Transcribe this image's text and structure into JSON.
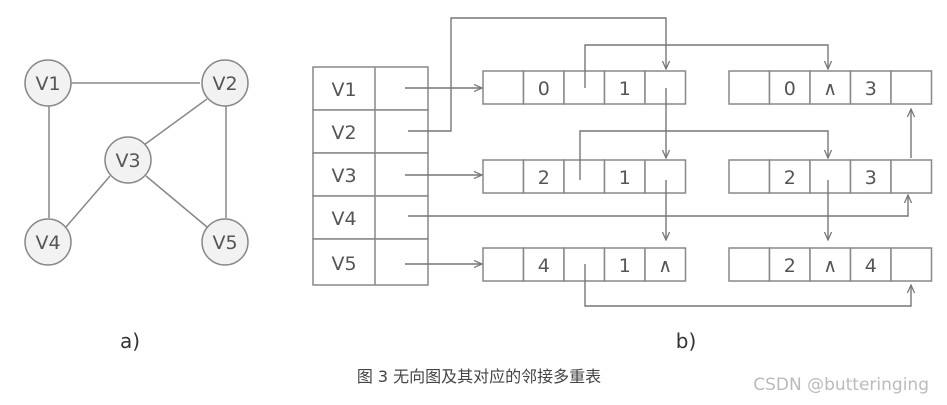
{
  "graph": {
    "vertices": [
      {
        "id": "V1",
        "label": "V1"
      },
      {
        "id": "V2",
        "label": "V2"
      },
      {
        "id": "V3",
        "label": "V3"
      },
      {
        "id": "V4",
        "label": "V4"
      },
      {
        "id": "V5",
        "label": "V5"
      }
    ],
    "edges": [
      [
        "V1",
        "V2"
      ],
      [
        "V1",
        "V4"
      ],
      [
        "V2",
        "V3"
      ],
      [
        "V2",
        "V5"
      ],
      [
        "V3",
        "V4"
      ],
      [
        "V3",
        "V5"
      ]
    ],
    "sublabel": "a)"
  },
  "multilist": {
    "headers": [
      "V1",
      "V2",
      "V3",
      "V4",
      "V5"
    ],
    "edge_nodes": [
      [
        "",
        "0",
        "",
        "1",
        ""
      ],
      [
        "",
        "0",
        "∧",
        "3",
        ""
      ],
      [
        "",
        "2",
        "",
        "1",
        ""
      ],
      [
        "",
        "2",
        "",
        "3",
        ""
      ],
      [
        "",
        "4",
        "",
        "1",
        "∧"
      ],
      [
        "",
        "2",
        "∧",
        "4",
        ""
      ]
    ],
    "sublabel": "b)"
  },
  "caption": "图 3 无向图及其对应的邻接多重表",
  "watermark": "CSDN @butteringing",
  "colors": {
    "line": "#888888",
    "node_fill": "#f2f2f2",
    "text": "#555555"
  }
}
